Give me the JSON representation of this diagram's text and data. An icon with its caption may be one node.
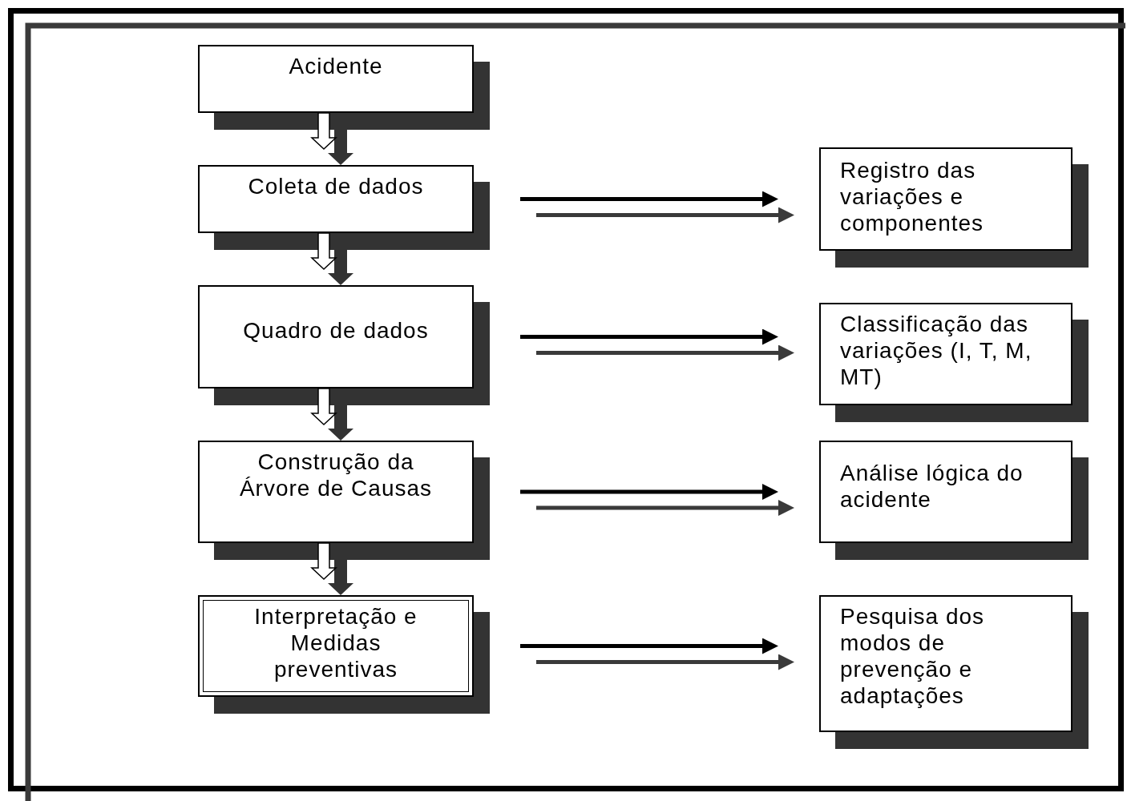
{
  "diagram": {
    "nodes": [
      {
        "text": [
          "Acidente"
        ]
      },
      {
        "text": [
          "Coleta de dados"
        ]
      },
      {
        "text": [
          "Quadro de dados"
        ]
      },
      {
        "text": [
          "Construção da Árvore de Causas"
        ]
      },
      {
        "text": [
          "Interpretação e Medidas preventivas"
        ]
      },
      {
        "text": [
          "Registro das variações e componentes"
        ]
      },
      {
        "text": [
          "Classificação das variações (I, T, M, MT)"
        ]
      },
      {
        "text": [
          "Análise lógica do acidente"
        ]
      },
      {
        "text": [
          "Pesquisa dos modos de prevenção e adaptações"
        ]
      }
    ],
    "edges": [
      {
        "from": 0,
        "to": 1,
        "arrow": "to"
      },
      {
        "from": 1,
        "to": 2,
        "arrow": "to"
      },
      {
        "from": 2,
        "to": 3,
        "arrow": "to"
      },
      {
        "from": 3,
        "to": 4,
        "arrow": "to"
      },
      {
        "from": 1,
        "to": 5,
        "arrow": "to"
      },
      {
        "from": 2,
        "to": 6,
        "arrow": "to"
      },
      {
        "from": 3,
        "to": 7,
        "arrow": "to"
      },
      {
        "from": 4,
        "to": 8,
        "arrow": "to"
      }
    ]
  }
}
